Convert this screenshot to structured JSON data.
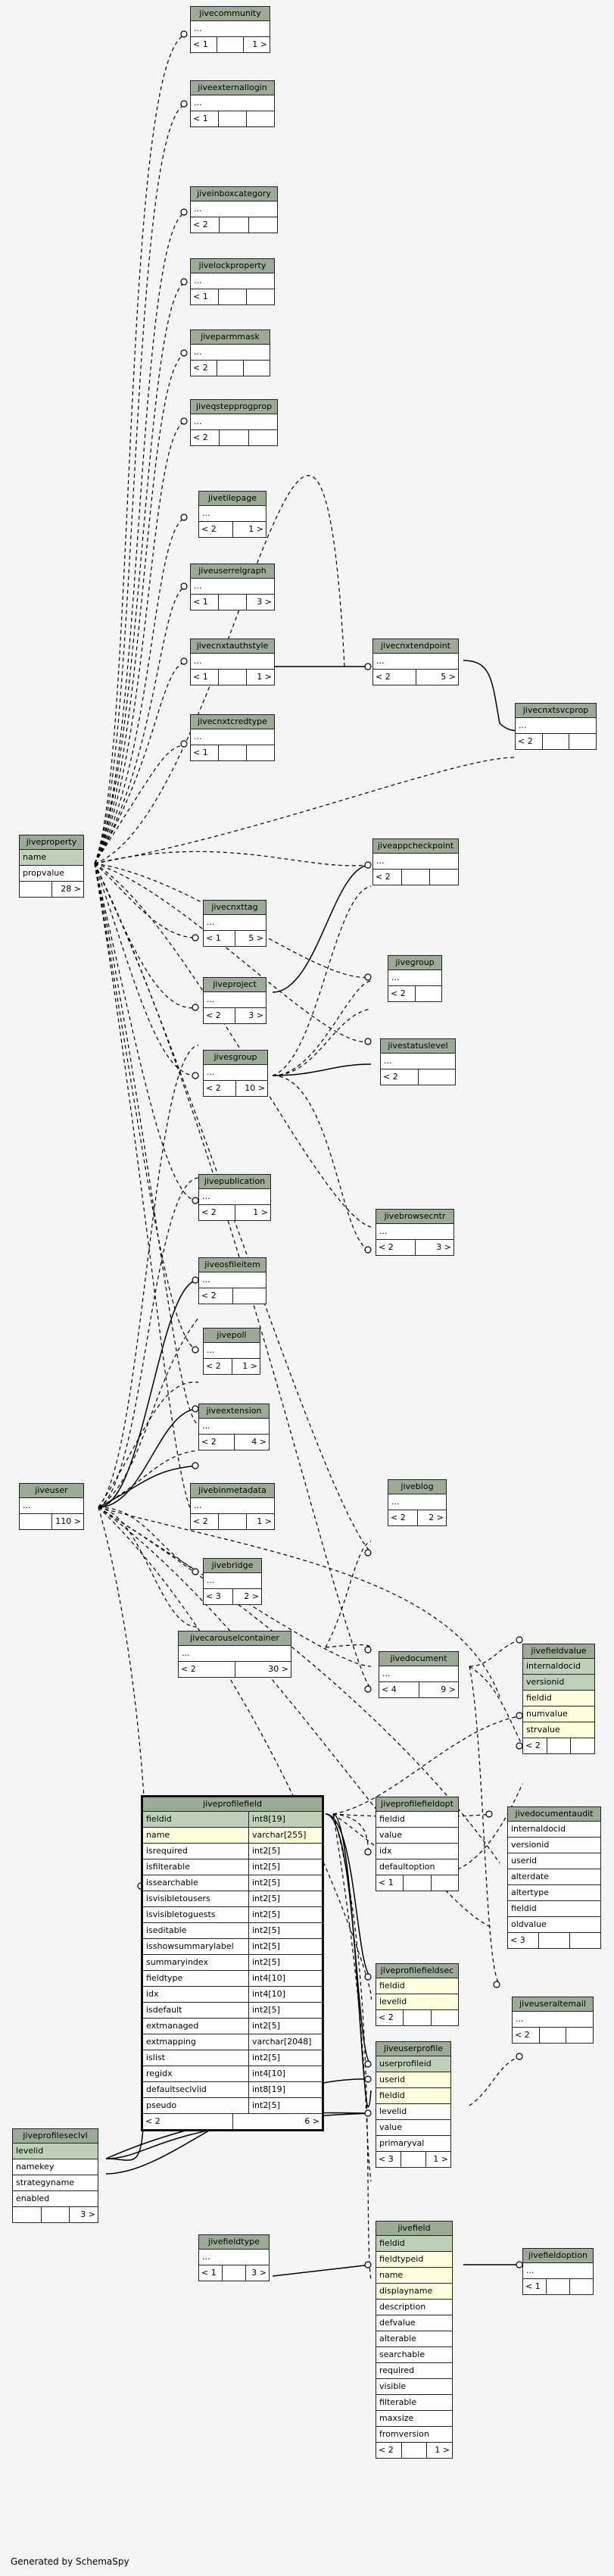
{
  "tables": {
    "jivecommunity": {
      "title": "jivecommunity",
      "rows": [
        "..."
      ],
      "left": "< 1",
      "right": "1 >"
    },
    "jiveexternallogin": {
      "title": "jiveexternallogin",
      "rows": [
        "..."
      ],
      "left": "< 1",
      "right": ""
    },
    "jiveinboxcategory": {
      "title": "jiveinboxcategory",
      "rows": [
        "..."
      ],
      "left": "< 2",
      "right": ""
    },
    "jivelockproperty": {
      "title": "jivelockproperty",
      "rows": [
        "..."
      ],
      "left": "< 1",
      "right": ""
    },
    "jiveparmmask": {
      "title": "jiveparmmask",
      "rows": [
        "..."
      ],
      "left": "< 2",
      "right": ""
    },
    "jiveqstepprogprop": {
      "title": "jiveqstepprogprop",
      "rows": [
        "..."
      ],
      "left": "< 2",
      "right": ""
    },
    "jivetilepage": {
      "title": "jivetilepage",
      "rows": [
        "..."
      ],
      "left": "< 2",
      "right": "1 >"
    },
    "jiveuserrelgraph": {
      "title": "jiveuserrelgraph",
      "rows": [
        "..."
      ],
      "left": "< 1",
      "right": "3 >"
    },
    "jivecnxtauthstyle": {
      "title": "jivecnxtauthstyle",
      "rows": [
        "..."
      ],
      "left": "< 1",
      "right": "1 >"
    },
    "jivecnxtendpoint": {
      "title": "jivecnxtendpoint",
      "rows": [
        "..."
      ],
      "left": "< 2",
      "right": "5 >"
    },
    "jivecnxtsvcprop": {
      "title": "jivecnxtsvcprop",
      "rows": [
        "..."
      ],
      "left": "< 2",
      "right": ""
    },
    "jivecnxtcredtype": {
      "title": "jivecnxtcredtype",
      "rows": [
        "..."
      ],
      "left": "< 1",
      "right": ""
    },
    "jiveproperty": {
      "title": "jiveproperty",
      "rows": [
        "name",
        "propvalue"
      ],
      "left": "",
      "right": "28 >"
    },
    "jiveappcheckpoint": {
      "title": "jiveappcheckpoint",
      "rows": [
        "..."
      ],
      "left": "< 2",
      "right": ""
    },
    "jivecnxttag": {
      "title": "jivecnxttag",
      "rows": [
        "..."
      ],
      "left": "< 1",
      "right": "5 >"
    },
    "jivegroup": {
      "title": "jivegroup",
      "rows": [
        "..."
      ],
      "left": "< 2",
      "right": ""
    },
    "jiveproject": {
      "title": "jiveproject",
      "rows": [
        "..."
      ],
      "left": "< 2",
      "right": "3 >"
    },
    "jivesgroup": {
      "title": "jivesgroup",
      "rows": [
        "..."
      ],
      "left": "< 2",
      "right": "10 >"
    },
    "jivestatuslevel": {
      "title": "jivestatuslevel",
      "rows": [
        "..."
      ],
      "left": "< 2",
      "right": ""
    },
    "jivepublication": {
      "title": "jivepublication",
      "rows": [
        "..."
      ],
      "left": "< 2",
      "right": "1 >"
    },
    "jivebrowsecntr": {
      "title": "jivebrowsecntr",
      "rows": [
        "..."
      ],
      "left": "< 2",
      "right": "3 >"
    },
    "jiveosfileitem": {
      "title": "jiveosfileitem",
      "rows": [
        "..."
      ],
      "left": "< 2",
      "right": ""
    },
    "jivepoll": {
      "title": "jivepoll",
      "rows": [
        "..."
      ],
      "left": "< 2",
      "right": "1 >"
    },
    "jiveextension": {
      "title": "jiveextension",
      "rows": [
        "..."
      ],
      "left": "< 2",
      "right": "4 >"
    },
    "jiveuser": {
      "title": "jiveuser",
      "rows": [
        "..."
      ],
      "left": "",
      "right": "110 >"
    },
    "jivebinmetadata": {
      "title": "jivebinmetadata",
      "rows": [
        "..."
      ],
      "left": "< 2",
      "right": "1 >"
    },
    "jiveblog": {
      "title": "jiveblog",
      "rows": [
        "..."
      ],
      "left": "< 2",
      "right": "2 >"
    },
    "jivebridge": {
      "title": "jivebridge",
      "rows": [
        "..."
      ],
      "left": "< 3",
      "right": "2 >"
    },
    "jivecarouselcontainer": {
      "title": "jivecarouselcontainer",
      "rows": [
        "..."
      ],
      "left": "< 2",
      "right": "30 >"
    },
    "jivedocument": {
      "title": "jivedocument",
      "rows": [
        "..."
      ],
      "left": "< 4",
      "right": "9 >"
    },
    "jivefieldvalue": {
      "title": "jivefieldvalue",
      "rows": [
        "internaldocid",
        "versionid",
        "fieldid",
        "numvalue",
        "strvalue"
      ],
      "left": "< 2",
      "right": ""
    },
    "jiveprofilefieldopt": {
      "title": "jiveprofilefieldopt",
      "rows": [
        "fieldid",
        "value",
        "idx",
        "defaultoption"
      ],
      "left": "< 1",
      "right": ""
    },
    "jivedocumentaudit": {
      "title": "jivedocumentaudit",
      "rows": [
        "internaldocid",
        "versionid",
        "userid",
        "alterdate",
        "altertype",
        "fieldid",
        "oldvalue"
      ],
      "left": "< 3",
      "right": ""
    },
    "jiveprofilefieldsec": {
      "title": "jiveprofilefieldsec",
      "rows": [
        "fieldid",
        "levelid"
      ],
      "left": "< 2",
      "right": ""
    },
    "jiveuseraltemail": {
      "title": "jiveuseraltemail",
      "rows": [
        "..."
      ],
      "left": "< 2",
      "right": ""
    },
    "jiveuserprofile": {
      "title": "jiveuserprofile",
      "rows": [
        "userprofileid",
        "userid",
        "fieldid",
        "levelid",
        "value",
        "primaryval"
      ],
      "left": "< 3",
      "right": "1 >"
    },
    "jiveprofileseclvl": {
      "title": "jiveprofileseclvl",
      "rows": [
        "levelid",
        "namekey",
        "strategyname",
        "enabled"
      ],
      "left": "",
      "right": "3 >"
    },
    "jivefieldtype": {
      "title": "jivefieldtype",
      "rows": [
        "..."
      ],
      "left": "< 1",
      "right": "3 >"
    },
    "jivefield": {
      "title": "jivefield",
      "rows": [
        "fieldid",
        "fieldtypeid",
        "name",
        "displayname",
        "description",
        "defvalue",
        "alterable",
        "searchable",
        "required",
        "visible",
        "filterable",
        "maxsize",
        "fromversion"
      ],
      "left": "< 2",
      "right": "1 >"
    },
    "jivefieldoption": {
      "title": "jivefieldoption",
      "rows": [
        "..."
      ],
      "left": "< 1",
      "right": ""
    }
  },
  "profilefield": {
    "title": "jiveprofilefield",
    "columns": [
      [
        "fieldid",
        "int8[19]"
      ],
      [
        "name",
        "varchar[255]"
      ],
      [
        "isrequired",
        "int2[5]"
      ],
      [
        "isfilterable",
        "int2[5]"
      ],
      [
        "issearchable",
        "int2[5]"
      ],
      [
        "isvisibletousers",
        "int2[5]"
      ],
      [
        "isvisibletoguests",
        "int2[5]"
      ],
      [
        "iseditable",
        "int2[5]"
      ],
      [
        "isshowsummarylabel",
        "int2[5]"
      ],
      [
        "summaryindex",
        "int2[5]"
      ],
      [
        "fieldtype",
        "int4[10]"
      ],
      [
        "idx",
        "int4[10]"
      ],
      [
        "isdefault",
        "int2[5]"
      ],
      [
        "extmanaged",
        "int2[5]"
      ],
      [
        "extmapping",
        "varchar[2048]"
      ],
      [
        "islist",
        "int2[5]"
      ],
      [
        "regidx",
        "int4[10]"
      ],
      [
        "defaultseclvlid",
        "int8[19]"
      ],
      [
        "pseudo",
        "int2[5]"
      ]
    ],
    "left": "< 2",
    "right": "6 >"
  },
  "footer": "Generated by SchemaSpy"
}
